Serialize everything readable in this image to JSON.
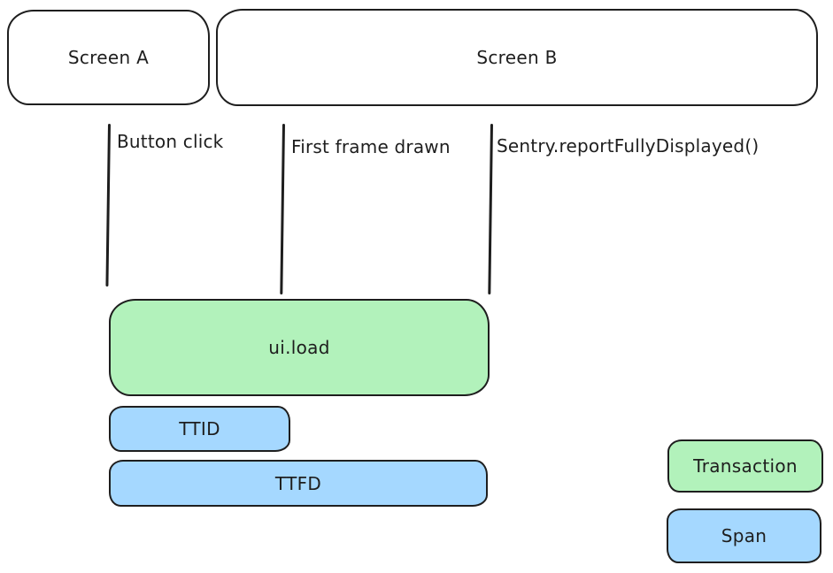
{
  "colors": {
    "transaction_fill": "#b2f2bb",
    "span_fill": "#a5d8ff",
    "stroke": "#1e1e1e",
    "background": "#ffffff"
  },
  "screens": [
    {
      "label": "Screen A"
    },
    {
      "label": "Screen B"
    }
  ],
  "markers": [
    {
      "label": "Button click"
    },
    {
      "label": "First frame drawn"
    },
    {
      "label": "Sentry.reportFullyDisplayed()"
    }
  ],
  "spans": [
    {
      "label": "ui.load",
      "kind": "transaction"
    },
    {
      "label": "TTID",
      "kind": "span"
    },
    {
      "label": "TTFD",
      "kind": "span"
    }
  ],
  "legend": [
    {
      "label": "Transaction",
      "kind": "transaction"
    },
    {
      "label": "Span",
      "kind": "span"
    }
  ]
}
